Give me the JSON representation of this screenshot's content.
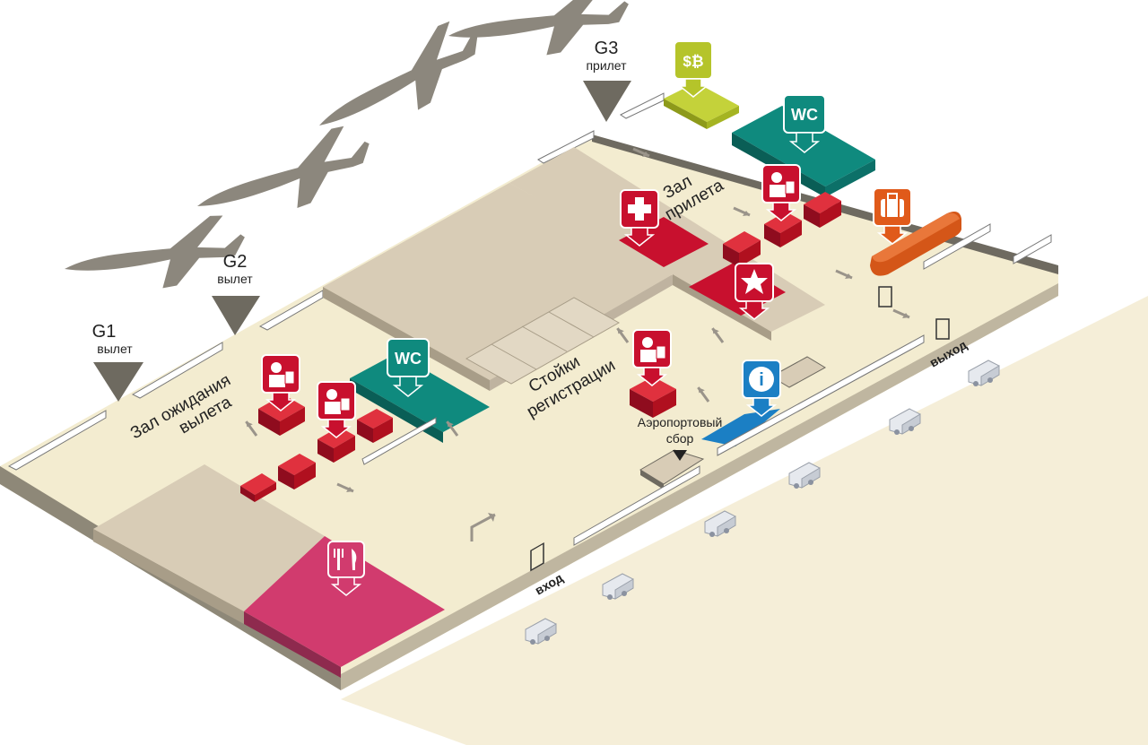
{
  "gates": [
    {
      "code": "G1",
      "status": "вылет"
    },
    {
      "code": "G2",
      "status": "вылет"
    },
    {
      "code": "G3",
      "status": "прилет"
    }
  ],
  "zones": {
    "departure_hall_line1": "Зал ожидания",
    "departure_hall_line2": "вылета",
    "arrival_hall_line1": "Зал",
    "arrival_hall_line2": "прилета",
    "checkin_line1": "Стойки",
    "checkin_line2": "регистрации",
    "airport_fee_line1": "Аэропортовый",
    "airport_fee_line2": "сбор"
  },
  "doors": {
    "entrance": "вход",
    "exit": "выход"
  },
  "icons": {
    "wc_label": "WC",
    "info_label": "i",
    "exchange_label": "$₿"
  },
  "colors": {
    "floor": "#f3ecd0",
    "block": "#d8ccb6",
    "red": "#c8102e",
    "teal": "#0f8a7e",
    "magenta": "#d13b6e",
    "blue": "#1b7fc4",
    "lime": "#b5c42a",
    "orange": "#e05a1a",
    "plane": "#8c877d"
  }
}
